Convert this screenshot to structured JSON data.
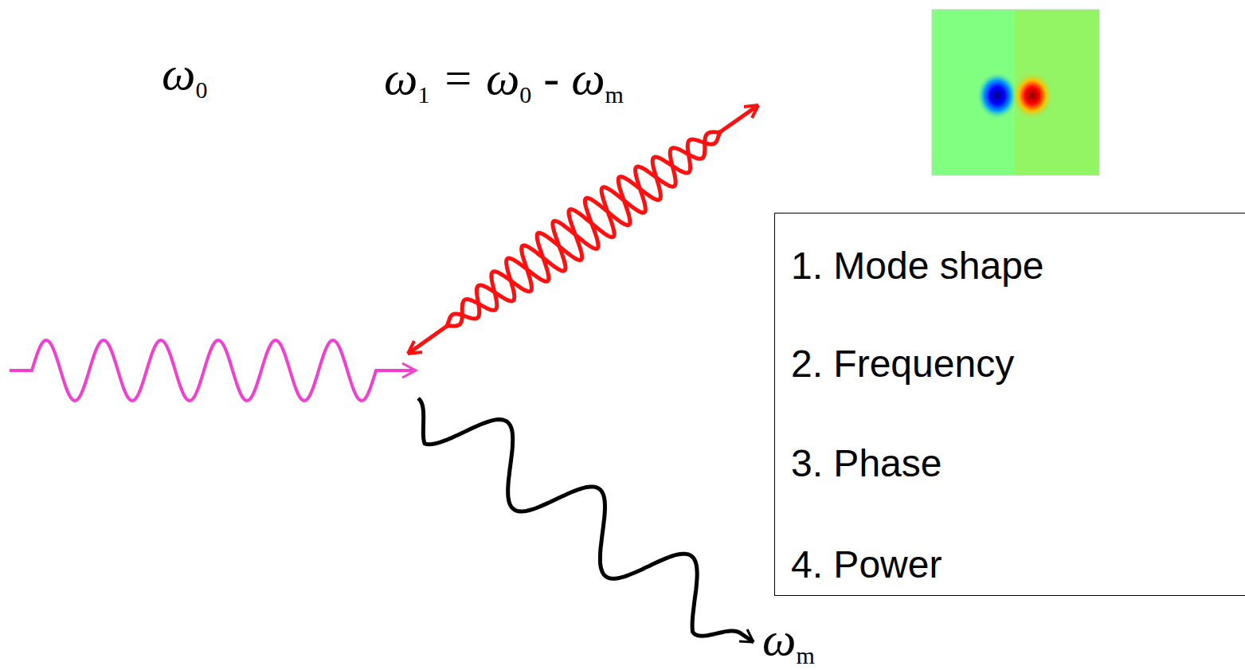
{
  "diagram": {
    "nodes": [
      {
        "text": [
          "1. Mode shape",
          "2. Frequency",
          "3. Phase",
          "4. Power"
        ]
      }
    ],
    "labels": [
      "ω1 = ω0 - ωm",
      "ω0",
      "ωm"
    ]
  }
}
